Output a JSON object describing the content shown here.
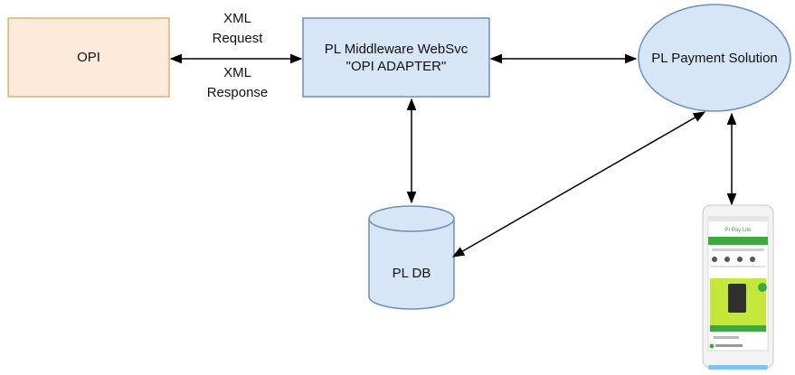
{
  "nodes": {
    "opi": {
      "label": "OPI",
      "fill": "#fdeada",
      "stroke": "#e0b073"
    },
    "middleware": {
      "label": "PL Middleware WebSvc\n\"OPI ADAPTER\"",
      "fill": "#d6e6f7",
      "stroke": "#6c8ebf"
    },
    "payment": {
      "label": "PL Payment Solution",
      "fill": "#d6e6f7",
      "stroke": "#6c8ebf"
    },
    "db": {
      "label": "PL DB",
      "fill": "#d6e6f7",
      "stroke": "#6c8ebf"
    },
    "device": {
      "app_title": "PI Pay Lite",
      "icon": "payment-terminal-icon"
    }
  },
  "edges": {
    "opi_middleware": {
      "top_label": "XML\nRequest",
      "bottom_label": "XML\nResponse"
    }
  },
  "colors": {
    "arrow": "#000000",
    "app_green": "#3daa3d",
    "app_lime": "#c3e83b"
  }
}
